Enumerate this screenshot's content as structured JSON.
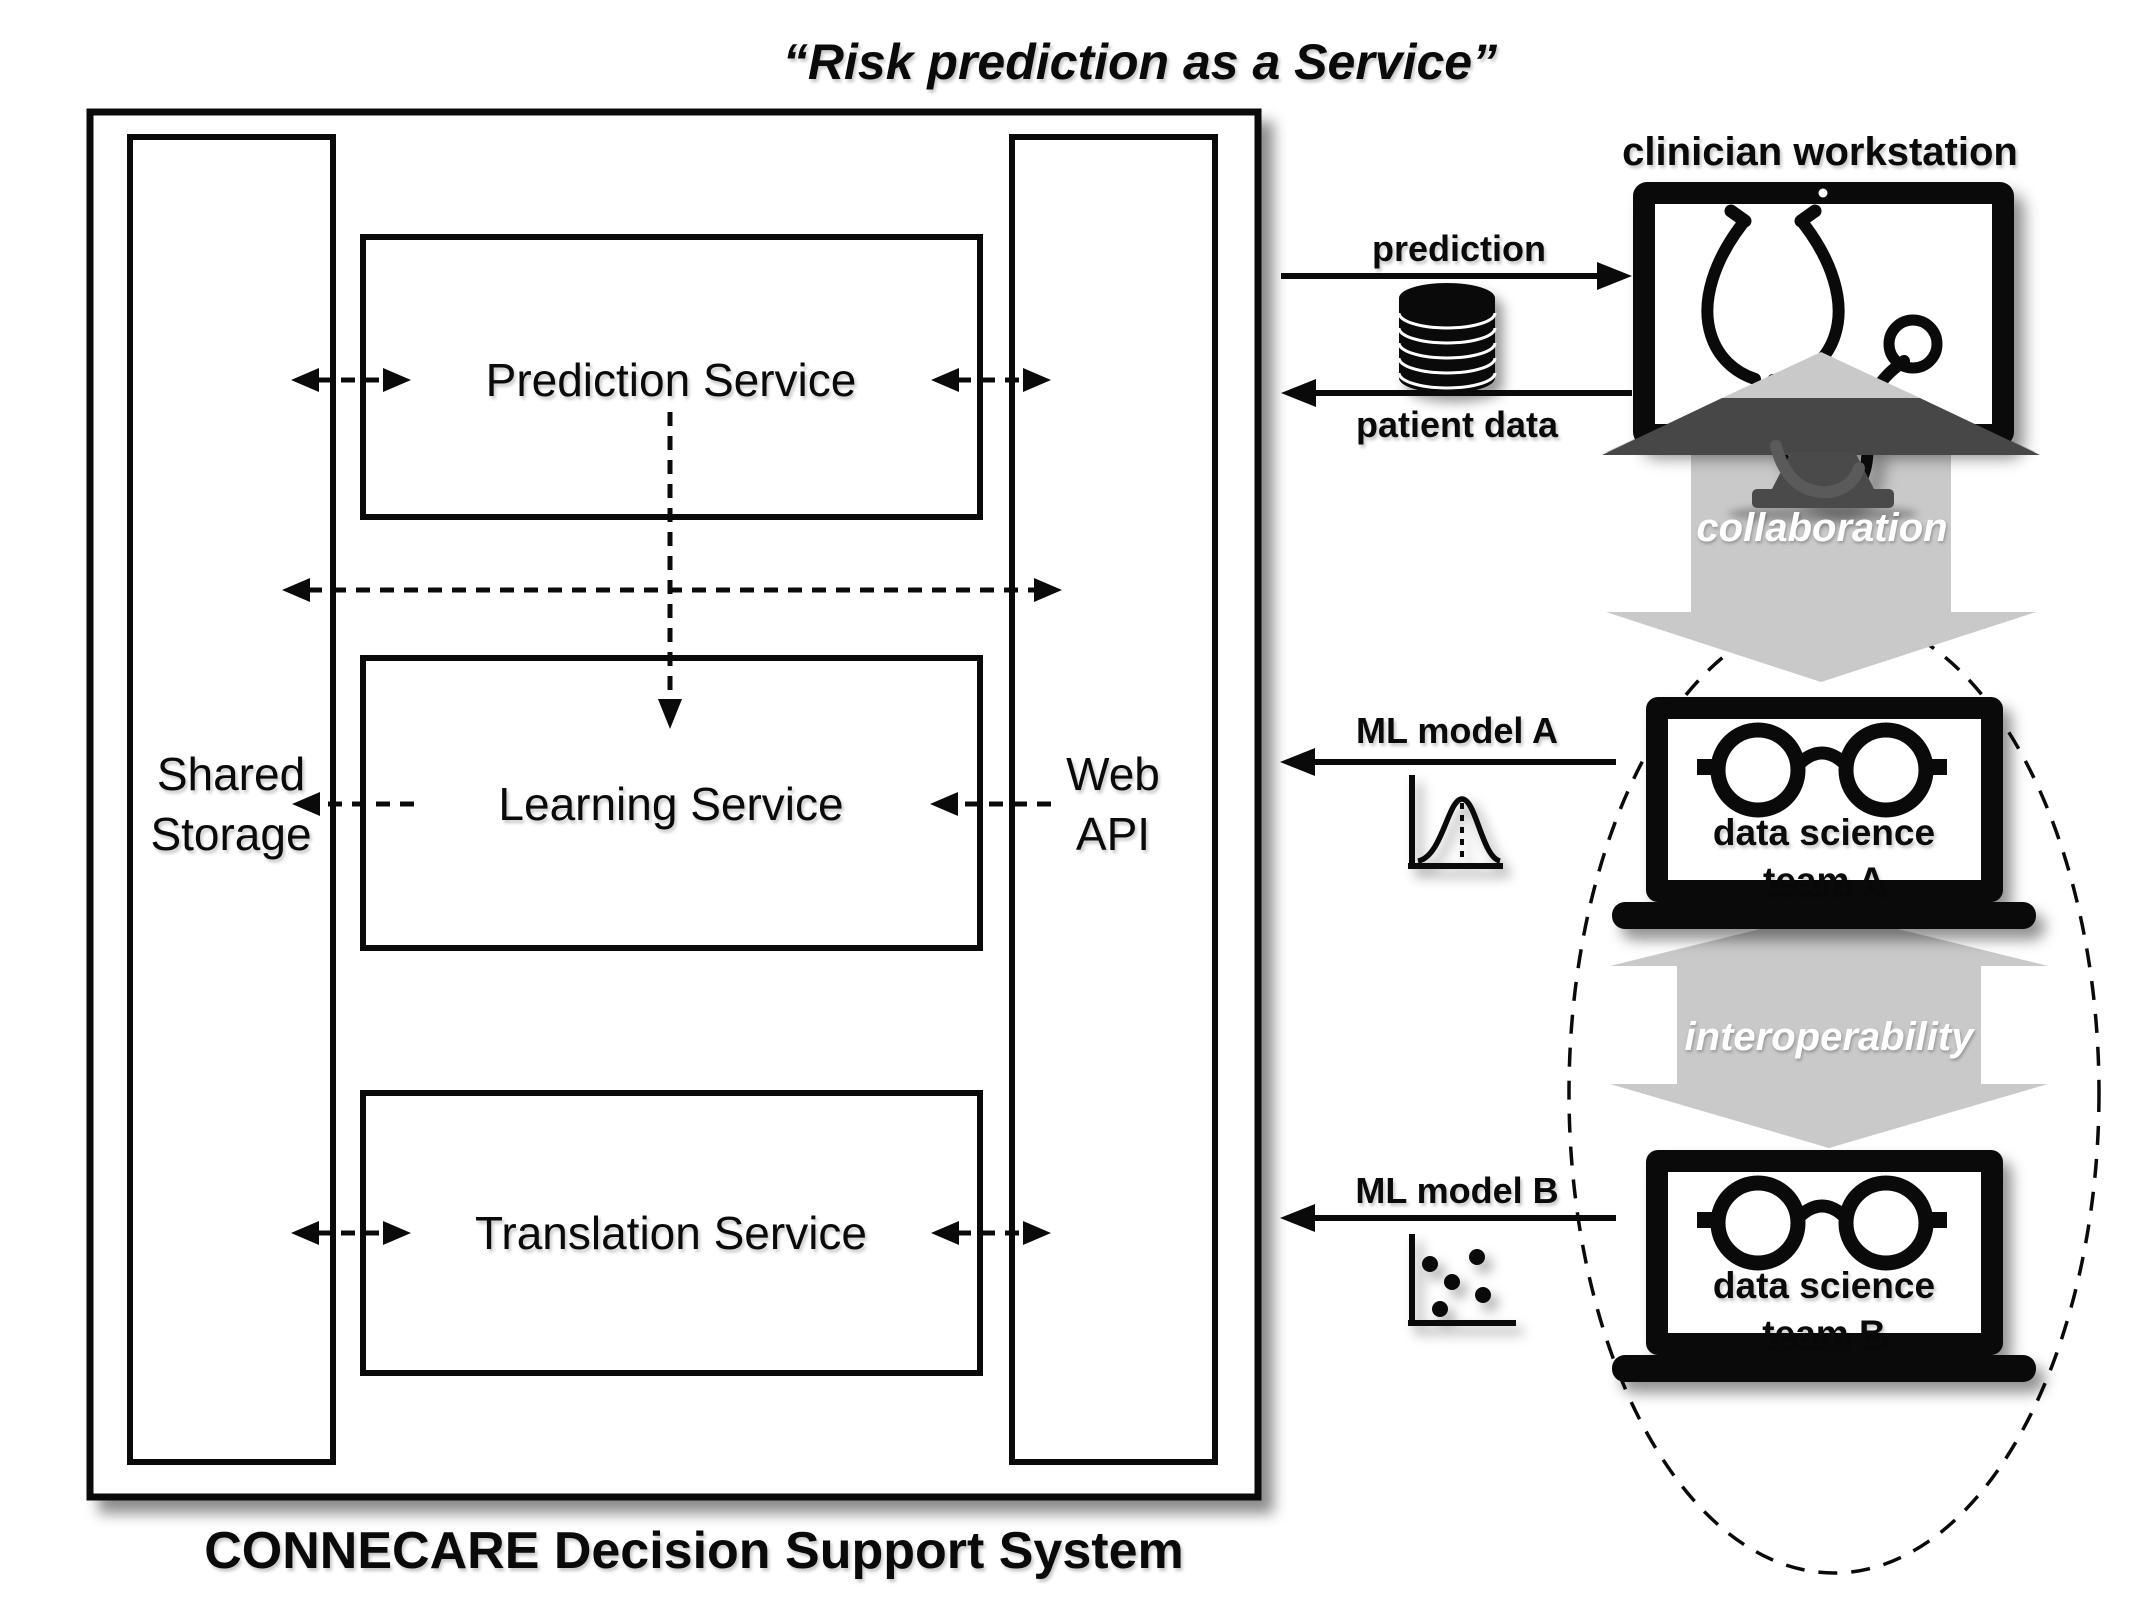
{
  "title": "“Risk prediction as a Service”",
  "system": {
    "caption": "CONNECARE Decision Support System",
    "shared_storage": {
      "lines": [
        "Shared",
        "Storage"
      ]
    },
    "web_api": {
      "lines": [
        "Web",
        "API"
      ]
    },
    "services": [
      {
        "label": "Prediction Service"
      },
      {
        "label": "Learning Service"
      },
      {
        "label": "Translation Service"
      }
    ]
  },
  "flows": {
    "prediction": "prediction",
    "patient_data": "patient data",
    "ml_model_a": "ML model A",
    "ml_model_b": "ML model B"
  },
  "right_side": {
    "clinician_workstation": "clinician workstation",
    "collaboration": "collaboration",
    "interoperability": "interoperability",
    "team_a": {
      "lines": [
        "data science",
        "team A"
      ]
    },
    "team_b": {
      "lines": [
        "data science",
        "team B"
      ]
    }
  },
  "icons": {
    "stethoscope": "stethoscope-icon",
    "webcam": "webcam-dot-icon",
    "database": "database-icon",
    "glasses": "round-glasses-icon",
    "gaussian_curve": "gaussian-curve-icon",
    "scatter_plot": "scatter-plot-icon",
    "monitor": "monitor-icon",
    "laptop": "laptop-icon",
    "collaboration_arrow": "double-arrow-vertical",
    "interoperability_arrow": "double-arrow-vertical"
  },
  "colors": {
    "ink": "#0a0a0a",
    "arrow_gray": "#c9c9c9",
    "dark_gray": "#4a4a4a",
    "background": "#ffffff"
  }
}
